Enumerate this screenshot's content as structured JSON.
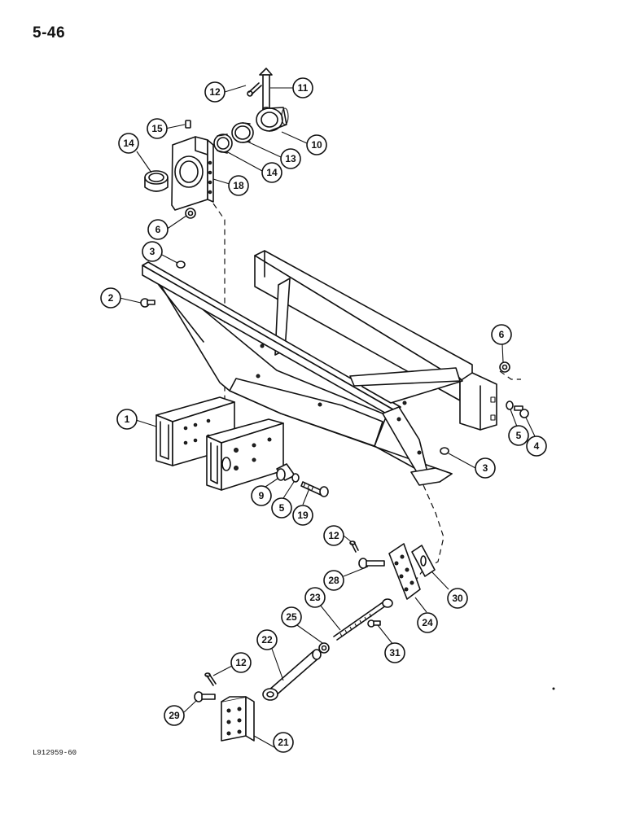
{
  "page_number": "5-46",
  "drawing_code": "L912959-60",
  "callouts": [
    {
      "id": "c11",
      "label": "11"
    },
    {
      "id": "c12a",
      "label": "12"
    },
    {
      "id": "c10",
      "label": "10"
    },
    {
      "id": "c13",
      "label": "13"
    },
    {
      "id": "c14a",
      "label": "14"
    },
    {
      "id": "c14b",
      "label": "14"
    },
    {
      "id": "c15",
      "label": "15"
    },
    {
      "id": "c18",
      "label": "18"
    },
    {
      "id": "c6a",
      "label": "6"
    },
    {
      "id": "c3a",
      "label": "3"
    },
    {
      "id": "c2",
      "label": "2"
    },
    {
      "id": "c6b",
      "label": "6"
    },
    {
      "id": "c5a",
      "label": "5"
    },
    {
      "id": "c4",
      "label": "4"
    },
    {
      "id": "c1",
      "label": "1"
    },
    {
      "id": "c3b",
      "label": "3"
    },
    {
      "id": "c9",
      "label": "9"
    },
    {
      "id": "c5b",
      "label": "5"
    },
    {
      "id": "c19",
      "label": "19"
    },
    {
      "id": "c12b",
      "label": "12"
    },
    {
      "id": "c28",
      "label": "28"
    },
    {
      "id": "c30",
      "label": "30"
    },
    {
      "id": "c23",
      "label": "23"
    },
    {
      "id": "c24",
      "label": "24"
    },
    {
      "id": "c25",
      "label": "25"
    },
    {
      "id": "c31",
      "label": "31"
    },
    {
      "id": "c22",
      "label": "22"
    },
    {
      "id": "c12c",
      "label": "12"
    },
    {
      "id": "c29",
      "label": "29"
    },
    {
      "id": "c21",
      "label": "21"
    }
  ]
}
